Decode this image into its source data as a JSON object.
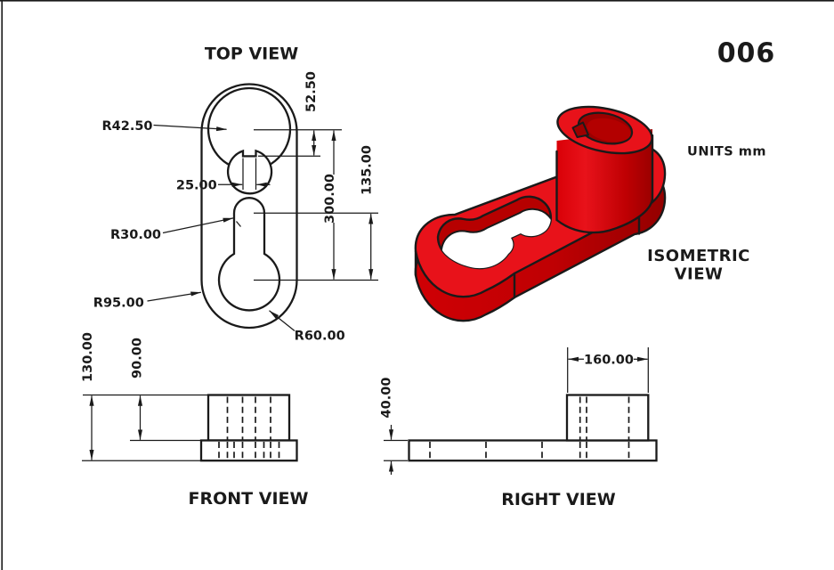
{
  "sheet": {
    "number": "006",
    "units_label": "UNITS mm"
  },
  "top_view": {
    "title": "TOP VIEW",
    "dims": {
      "r42": "R42.50",
      "d52": "52.50",
      "d25": "25.00",
      "r30": "R30.00",
      "d300": "300.00",
      "d135": "135.00",
      "r95": "R95.00",
      "r60": "R60.00"
    }
  },
  "front_view": {
    "title": "FRONT VIEW",
    "dims": {
      "d130": "130.00",
      "d90": "90.00"
    }
  },
  "right_view": {
    "title": "RIGHT VIEW",
    "dims": {
      "d160": "160.00",
      "d40": "40.00"
    }
  },
  "iso_view": {
    "title_line1": "ISOMETRIC",
    "title_line2": "VIEW"
  },
  "colors": {
    "line": "#1a1a1a",
    "part_bright": "#e8121a",
    "part_red": "#d90007",
    "part_mid": "#bf0003",
    "part_dark": "#9a0000",
    "part_side_left": "#cf0004",
    "part_side_right": "#940000",
    "slot_wall": "#b60000",
    "hole_deep": "#9c0000",
    "hole_inner": "#b30000",
    "background": "#ffffff"
  }
}
